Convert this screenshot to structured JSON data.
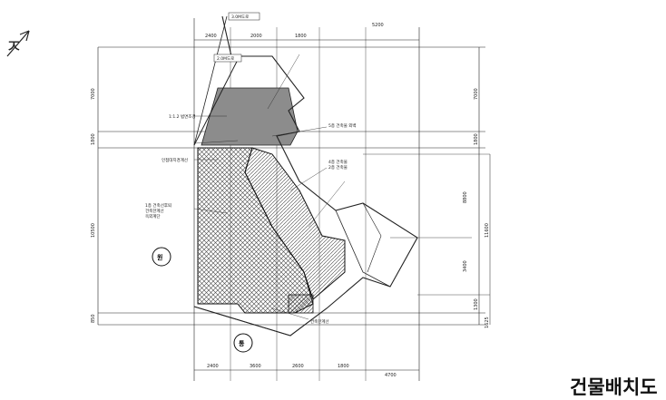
{
  "title": "건물배치도",
  "north_symbol": "ㅈ",
  "road_labels": [
    "3.0M도로",
    "2.0M도로"
  ],
  "circle_labels": [
    "원",
    "통"
  ],
  "top_dims": [
    "2400",
    "2000",
    "1800",
    "5200"
  ],
  "bottom_dims": [
    "2400",
    "3600",
    "2600",
    "1800",
    "4700"
  ],
  "left_dims": [
    "7000",
    "1800",
    "10500",
    "850"
  ],
  "right_dims": [
    "7000",
    "1800",
    "8800",
    "3400",
    "1300",
    "11600",
    "1625"
  ],
  "note_labels": [
    "1:1.2 법면조경",
    "인접대지경계선",
    "1층 건축선후퇴",
    "건축한계선",
    "옥외계단",
    "5층 건축물 외벽",
    "4층 건축물",
    "2층 건축물",
    "건축한계선"
  ]
}
